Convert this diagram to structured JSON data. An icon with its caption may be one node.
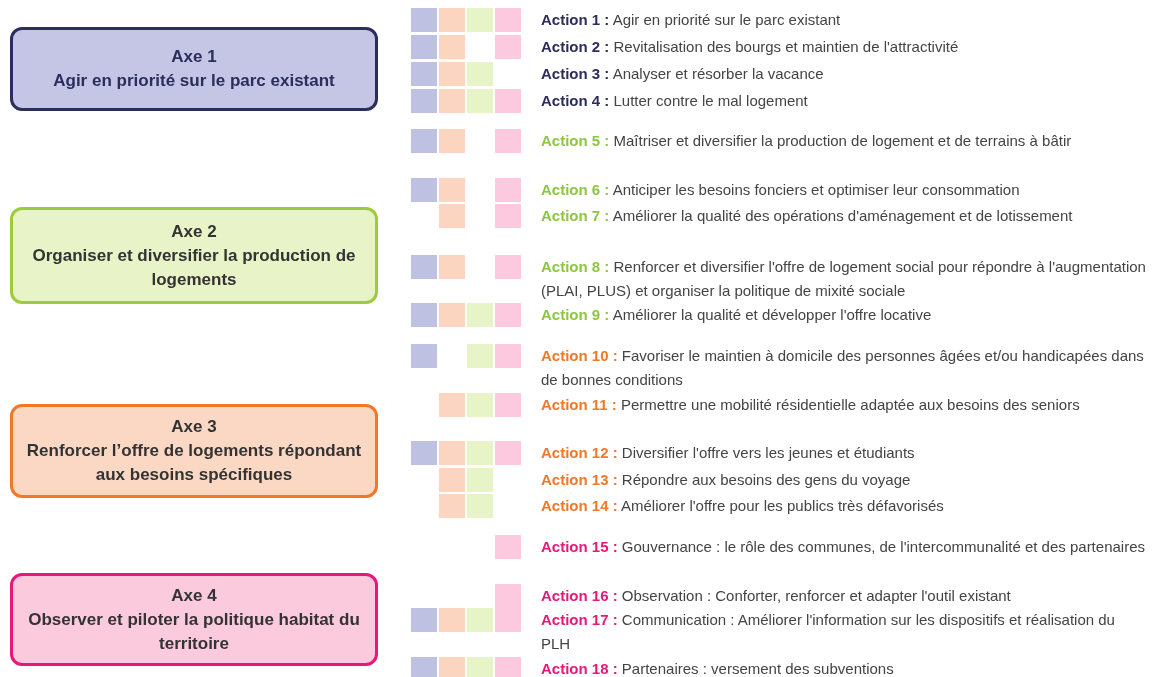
{
  "diagram": {
    "nodes": [
      {
        "text": [
          "Axe 1",
          "Agir en priorité sur le parc existant"
        ]
      },
      {
        "text": [
          "Axe 2",
          "Organiser et diversifier la production de logements"
        ]
      },
      {
        "text": [
          "Axe 3",
          "Renforcer l’offre de logements répondant aux besoins spécifiques"
        ]
      },
      {
        "text": [
          "Axe 4",
          "Observer et piloter la politique habitat du territoire"
        ]
      }
    ],
    "labels": [
      "**Action 1 :** Agir en priorité sur le parc existant",
      "**Action 2 :** Revitalisation des bourgs et maintien de l'attractivité",
      "**Action 3 :**  Analyser et résorber la vacance",
      "**Action 4 :** Lutter contre le mal logement",
      "**Action 5 :** Maîtriser et diversifier la production de logement et de terrains à bâtir",
      "**Action 6 :** Anticiper les besoins fonciers et optimiser leur consommation",
      "**Action 7 :** Améliorer la qualité des opérations d'aménagement et de lotissement",
      "**Action 8 :** Renforcer et diversifier l'offre de logement social pour répondre à l'augmentation (PLAI, PLUS) et organiser la politique de mixité sociale",
      "**Action 9 :** Améliorer la qualité et développer l'offre locative",
      "**Action 10 :** Favoriser le maintien à domicile des personnes âgées et/ou handicapées dans de bonnes conditions",
      "**Action 11 :** Permettre une mobilité résidentielle adaptée aux besoins des seniors",
      "**Action 12 :** Diversifier l'offre vers les jeunes et étudiants",
      "**Action 13 :** Répondre aux besoins des gens du voyage",
      "**Action 14 :** Améliorer l'offre pour les publics très défavorisés",
      "**Action 15 :** Gouvernance : le rôle des communes, de l'intercommunalité et des partenaires",
      "**Action 16 :** Observation : Conforter, renforcer et adapter l'outil existant",
      "**Action 17 :** Communication : Améliorer l'information sur les dispositifs et réalisation du PLH",
      "**Action 18 :** Partenaires : versement des subventions"
    ]
  }
}
